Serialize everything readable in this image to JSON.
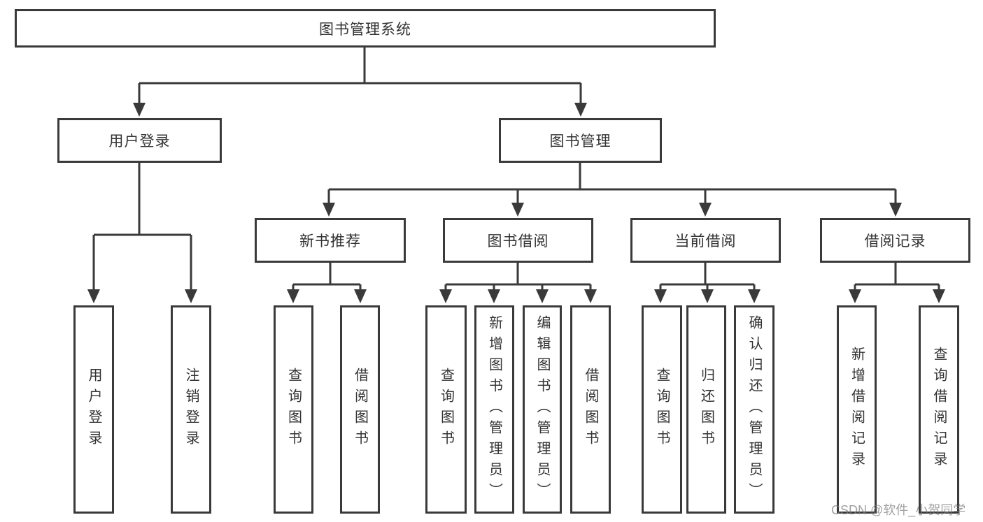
{
  "diagram": {
    "type": "hierarchy-tree",
    "root": {
      "label": "图书管理系统"
    },
    "level2": [
      {
        "id": "user-login",
        "label": "用户登录"
      },
      {
        "id": "book-management",
        "label": "图书管理"
      }
    ],
    "level3": [
      {
        "id": "new-book-recommend",
        "label": "新书推荐",
        "parent": "book-management"
      },
      {
        "id": "book-borrowing",
        "label": "图书借阅",
        "parent": "book-management"
      },
      {
        "id": "current-borrowing",
        "label": "当前借阅",
        "parent": "book-management"
      },
      {
        "id": "borrowing-records",
        "label": "借阅记录",
        "parent": "book-management"
      }
    ],
    "leaves": {
      "user_login": [
        "用户登录",
        "注销登录"
      ],
      "new_book_recommend": [
        "查询图书",
        "借阅图书"
      ],
      "book_borrowing": [
        "查询图书",
        "新增图书（管理员）",
        "编辑图书（管理员）",
        "借阅图书"
      ],
      "current_borrowing": [
        "查询图书",
        "归还图书",
        "确认归还（管理员）"
      ],
      "borrowing_records": [
        "新增借阅记录",
        "查询借阅记录"
      ]
    },
    "colors": {
      "line": "#3a3a3a",
      "text": "#333333",
      "box_background": "#ffffff",
      "page_background": "#ffffff",
      "watermark": "#7d7d7d"
    }
  },
  "watermark": {
    "text": "CSDN @软件_小贺同学"
  }
}
